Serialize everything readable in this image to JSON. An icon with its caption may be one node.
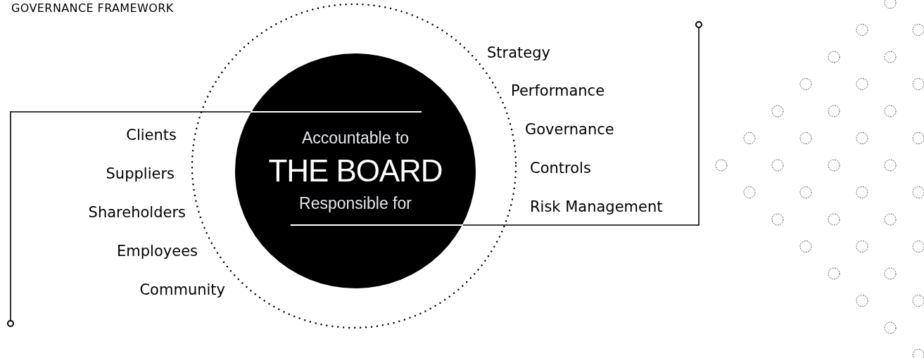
{
  "diagram": {
    "title": "GOVERNANCE FRAMEWORK",
    "nodes": [
      {
        "text": [
          "Accountable to",
          "THE BOARD",
          "Responsible for"
        ]
      },
      {
        "text": [],
        "shape": "circle"
      },
      {
        "text": [],
        "shape": "circle"
      }
    ],
    "edges": [
      {
        "from": 0,
        "to": 2,
        "arrow": "none"
      },
      {
        "from": 0,
        "to": 1,
        "arrow": "none"
      }
    ],
    "labels": [
      "Clients",
      "Suppliers",
      "Shareholders",
      "Employees",
      "Community",
      "Strategy",
      "Performance",
      "Governance",
      "Controls",
      "Risk Management"
    ]
  }
}
